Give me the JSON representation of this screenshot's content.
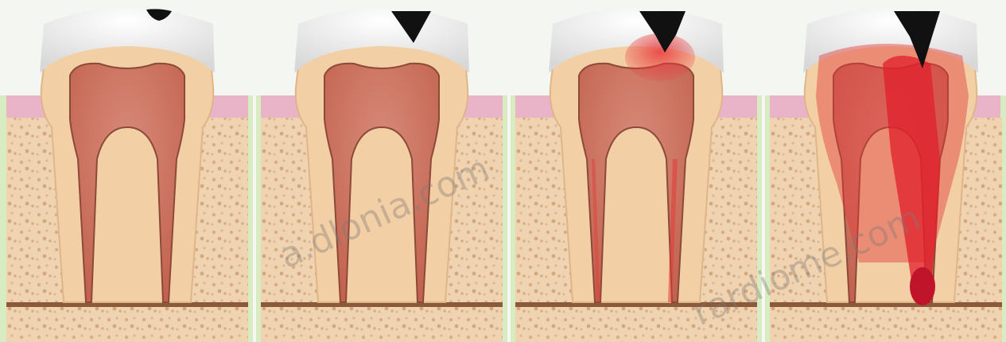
{
  "diagram": {
    "panels": [
      {
        "stage": 1,
        "decay": "enamel"
      },
      {
        "stage": 2,
        "decay": "enamel-dentin"
      },
      {
        "stage": 3,
        "decay": "pulp-contact"
      },
      {
        "stage": 4,
        "decay": "pulp-infection-abscess"
      }
    ],
    "watermarks": [
      {
        "panel": 2,
        "text": "a.dlonia.com"
      },
      {
        "panel": 4,
        "text": "rardiome.com"
      }
    ],
    "colors": {
      "gum_pink": "#e9b4c8",
      "gum_green": "#d8ecc2",
      "bone": "#f0d3b1",
      "enamel": "#ececec",
      "dentin": "#f3cfa6",
      "pulp": "#c86c5a",
      "decay": "#111111",
      "inflammation": "#e23a3a"
    }
  }
}
